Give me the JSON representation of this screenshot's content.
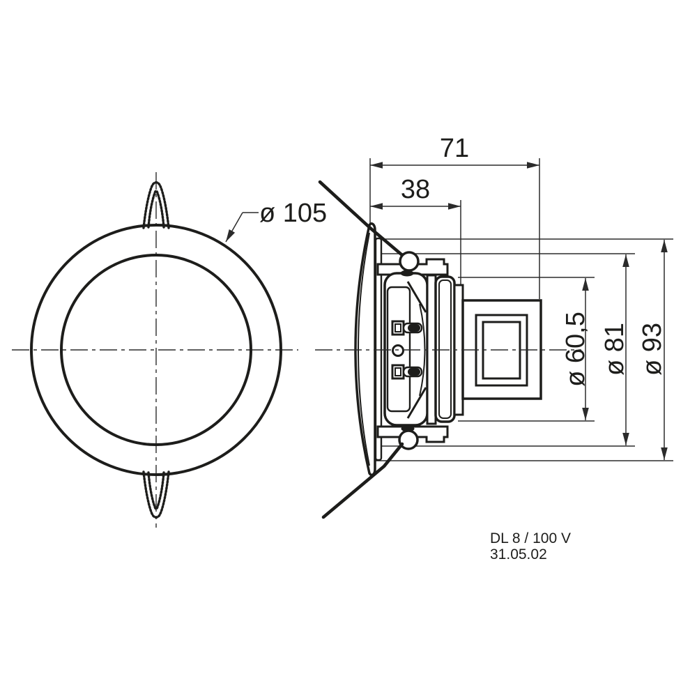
{
  "drawing": {
    "product": {
      "model": "DL 8 / 100 V",
      "date": "31.05.02"
    },
    "dimensions": {
      "overall_depth": "71",
      "mounting_depth": "38",
      "flange_diameter": "ø 105",
      "magnet_diameter": "ø 60,5",
      "frame_diameter": "ø 81",
      "clamp_diameter": "ø 93"
    },
    "colors": {
      "line": "#1d1d1b",
      "thin_line": "#2b2b2b",
      "background": "#ffffff"
    }
  }
}
